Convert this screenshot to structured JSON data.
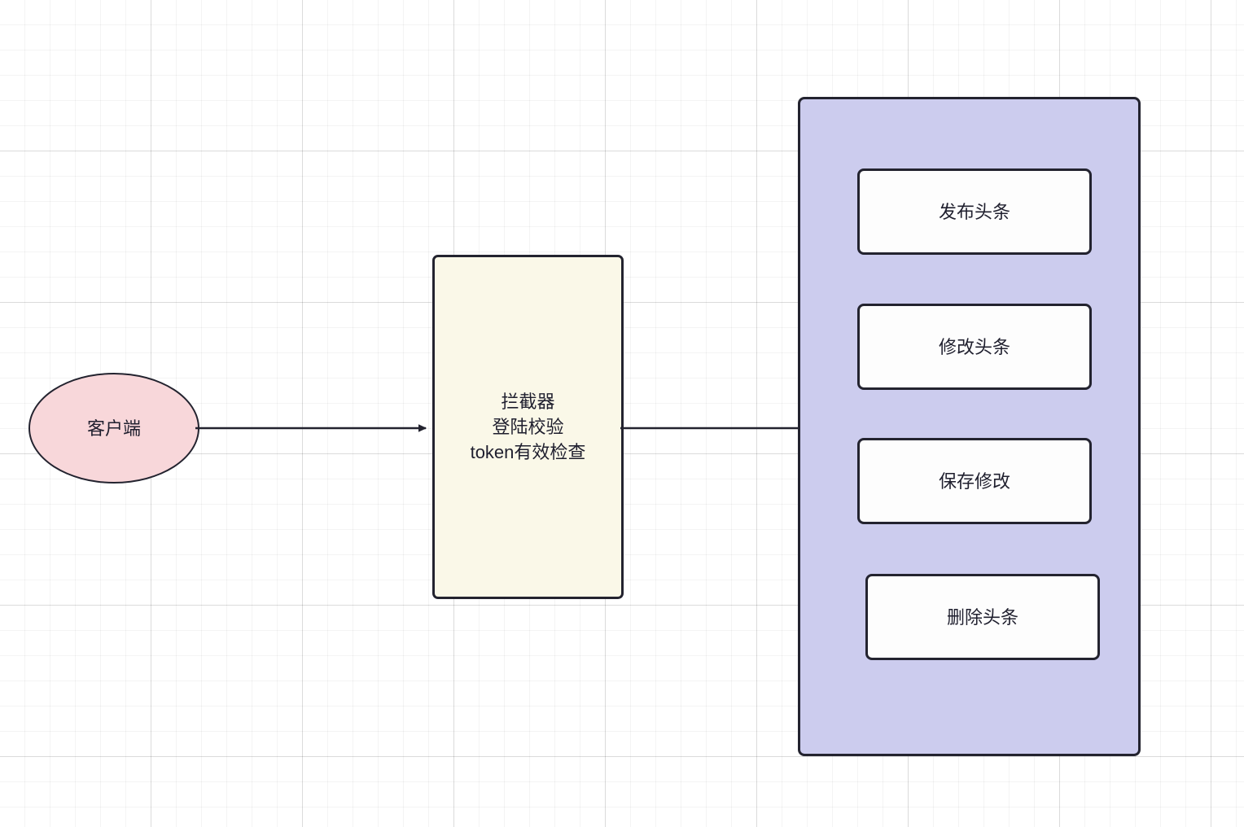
{
  "diagram": {
    "type": "flowchart",
    "background": "grid-paper",
    "colors": {
      "client_fill": "#f8d7da",
      "interceptor_fill": "#faf8e8",
      "container_fill": "#ccccee",
      "service_fill": "#fdfdfd",
      "stroke": "#23232f",
      "text": "#1f1f2e",
      "grid_minor": "rgba(0,0,0,0.045)",
      "grid_major": "rgba(0,0,0,0.10)"
    },
    "nodes": {
      "client": {
        "label": "客户端",
        "shape": "ellipse"
      },
      "interceptor": {
        "label": "拦截器\n登陆校验\ntoken有效检查",
        "shape": "rectangle",
        "lines": [
          "拦截器",
          "登陆校验",
          "token有效检查"
        ]
      },
      "service_container": {
        "label": "",
        "shape": "rectangle"
      }
    },
    "services": [
      {
        "label": "发布头条"
      },
      {
        "label": "修改头条"
      },
      {
        "label": "保存修改"
      },
      {
        "label": "删除头条"
      }
    ],
    "edges": [
      {
        "from": "客户端",
        "to": "拦截器",
        "label": "",
        "style": "solid-arrow"
      },
      {
        "from": "拦截器",
        "to": "服务",
        "label": "",
        "style": "solid-arrow"
      }
    ]
  }
}
